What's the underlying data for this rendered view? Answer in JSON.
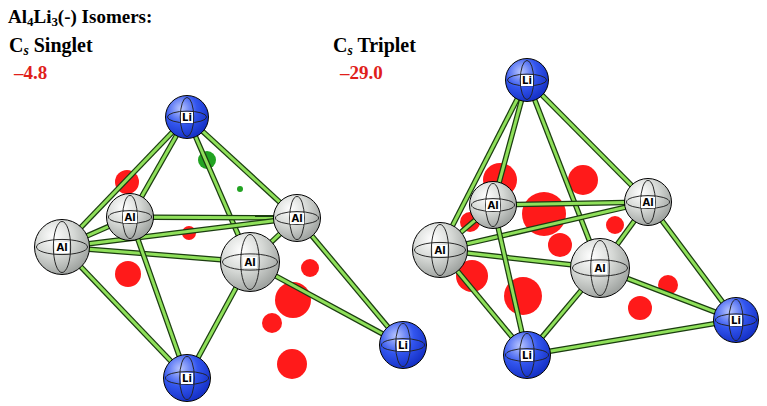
{
  "diagram": {
    "title": "Al4Li3(-) Isomers:",
    "nodes": [
      {
        "text": [
          "Li"
        ]
      },
      {
        "text": [
          "Al"
        ]
      },
      {
        "text": [
          "Al"
        ]
      },
      {
        "text": [
          "Al"
        ]
      },
      {
        "text": [
          "Al"
        ]
      },
      {
        "text": [
          "Li"
        ]
      },
      {
        "text": [
          "Li"
        ]
      },
      {
        "text": [
          "Li"
        ]
      },
      {
        "text": [
          "Al"
        ]
      },
      {
        "text": [
          "Al"
        ]
      },
      {
        "text": [
          "Al"
        ]
      },
      {
        "text": [
          "Al"
        ]
      },
      {
        "text": [
          "Li"
        ]
      },
      {
        "text": [
          "Li"
        ]
      }
    ],
    "edges": [
      {
        "from": 0,
        "to": 1,
        "arrow": "none"
      },
      {
        "from": 0,
        "to": 2,
        "arrow": "none"
      },
      {
        "from": 0,
        "to": 3,
        "arrow": "none"
      },
      {
        "from": 0,
        "to": 4,
        "arrow": "none"
      },
      {
        "from": 1,
        "to": 2,
        "arrow": "none"
      },
      {
        "from": 2,
        "to": 3,
        "arrow": "none"
      },
      {
        "from": 3,
        "to": 4,
        "arrow": "none"
      },
      {
        "from": 4,
        "to": 1,
        "arrow": "none"
      },
      {
        "from": 1,
        "to": 3,
        "arrow": "none"
      },
      {
        "from": 5,
        "to": 1,
        "arrow": "none"
      },
      {
        "from": 5,
        "to": 2,
        "arrow": "none"
      },
      {
        "from": 5,
        "to": 4,
        "arrow": "none"
      },
      {
        "from": 6,
        "to": 4,
        "arrow": "none"
      },
      {
        "from": 6,
        "to": 3,
        "arrow": "none"
      },
      {
        "from": 7,
        "to": 8,
        "arrow": "none"
      },
      {
        "from": 7,
        "to": 9,
        "arrow": "none"
      },
      {
        "from": 7,
        "to": 10,
        "arrow": "none"
      },
      {
        "from": 7,
        "to": 11,
        "arrow": "none"
      },
      {
        "from": 8,
        "to": 9,
        "arrow": "none"
      },
      {
        "from": 9,
        "to": 10,
        "arrow": "none"
      },
      {
        "from": 10,
        "to": 11,
        "arrow": "none"
      },
      {
        "from": 11,
        "to": 8,
        "arrow": "none"
      },
      {
        "from": 8,
        "to": 10,
        "arrow": "none"
      },
      {
        "from": 12,
        "to": 8,
        "arrow": "none"
      },
      {
        "from": 12,
        "to": 11,
        "arrow": "none"
      },
      {
        "from": 12,
        "to": 9,
        "arrow": "none"
      },
      {
        "from": 12,
        "to": 13,
        "arrow": "none"
      },
      {
        "from": 13,
        "to": 11,
        "arrow": "none"
      },
      {
        "from": 13,
        "to": 10,
        "arrow": "none"
      }
    ],
    "labels": [
      "Cs Singlet",
      "–4.8",
      "Cs Triplet",
      "–29.0"
    ]
  }
}
